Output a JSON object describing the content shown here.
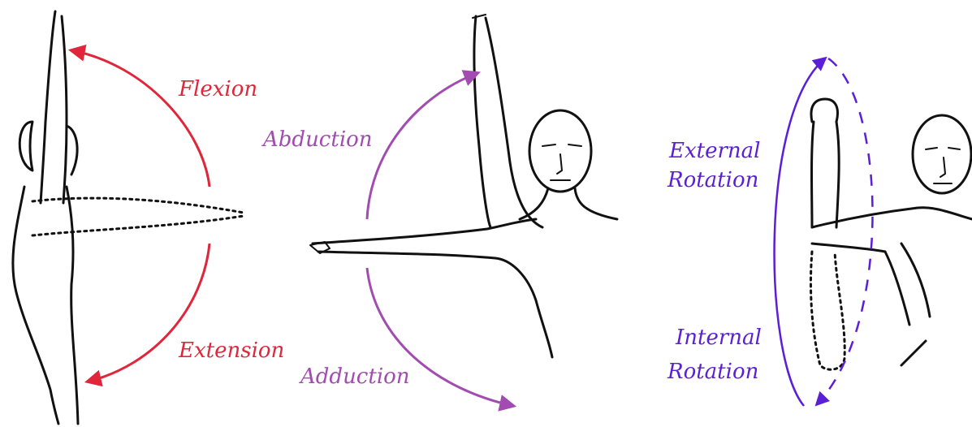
{
  "labels": {
    "flexion": "Flexion",
    "extension": "Extension",
    "abduction": "Abduction",
    "adduction": "Adduction",
    "external_line1": "External",
    "external_line2": "Rotation",
    "internal_line1": "Internal",
    "internal_line2": "Rotation"
  },
  "colors": {
    "flexion_extension": "#e0263a",
    "abduction_adduction": "#a24bb0",
    "rotation": "#5a1fd6",
    "sketch": "#111111"
  }
}
